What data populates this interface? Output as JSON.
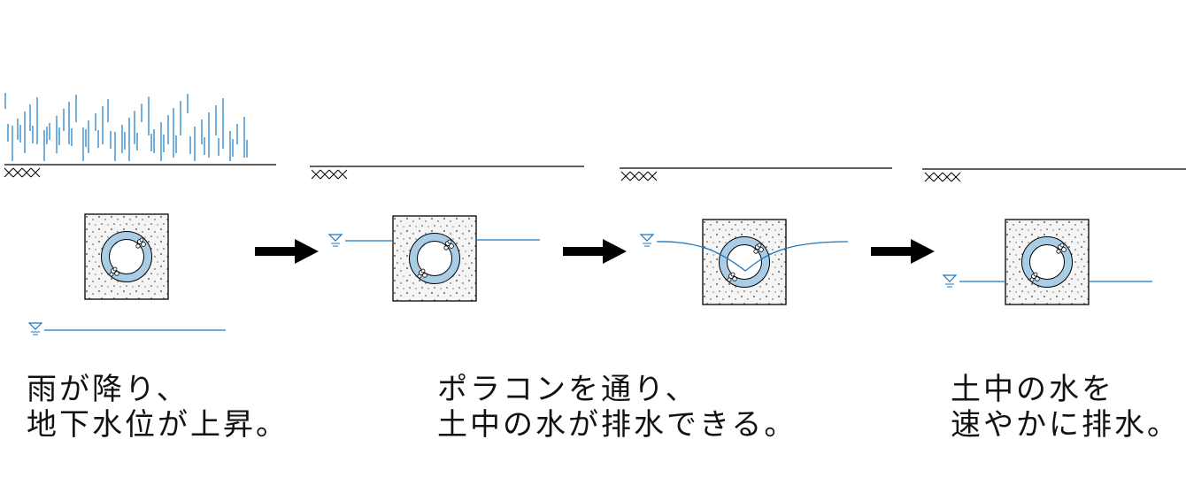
{
  "colors": {
    "water": "#1a78c2",
    "ground": "#000000",
    "concrete_fill": "#f4f4f4",
    "pipe_fill": "#a9cde6",
    "arrow": "#000000"
  },
  "panels": [
    {
      "stage": "rain",
      "water_level": "below",
      "seepage": "none"
    },
    {
      "stage": "rising",
      "water_level": "at-pipe",
      "seepage": "none"
    },
    {
      "stage": "draining",
      "water_level": "curving-into-pipe",
      "seepage": "into-pipe"
    },
    {
      "stage": "drained",
      "water_level": "lowered",
      "seepage": "none"
    }
  ],
  "icons": [
    "ground-hatch-icon",
    "water-level-triangle-icon",
    "arrow-right-icon",
    "porous-concrete-pipe-icon",
    "rain-icon"
  ],
  "captions": [
    {
      "line1": "雨が降り、",
      "line2": "地下水位が上昇。"
    },
    {
      "line1": "ポラコンを通り、",
      "line2": "土中の水が排水できる。"
    },
    {
      "line1": "土中の水を",
      "line2": "速やかに排水。"
    }
  ]
}
